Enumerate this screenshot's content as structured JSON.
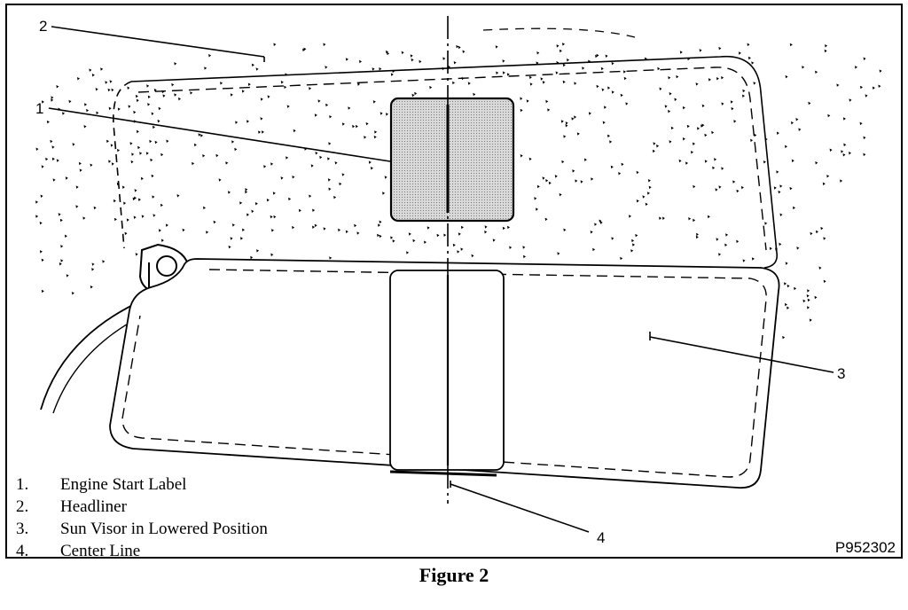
{
  "callouts": {
    "c1": "1",
    "c2": "2",
    "c3": "3",
    "c4": "4"
  },
  "legend": [
    {
      "num": "1.",
      "label": "Engine Start Label"
    },
    {
      "num": "2.",
      "label": "Headliner"
    },
    {
      "num": "3.",
      "label": "Sun Visor in Lowered Position"
    },
    {
      "num": "4.",
      "label": "Center Line"
    }
  ],
  "figure_id": "P952302",
  "caption": "Figure 2"
}
